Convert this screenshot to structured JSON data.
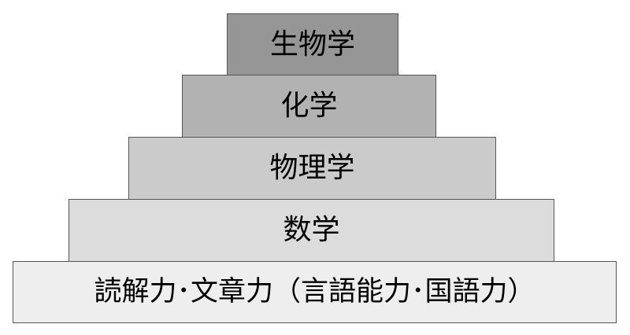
{
  "pyramid": {
    "tiers": [
      {
        "label": "生物学",
        "color": "#969696"
      },
      {
        "label": "化学",
        "color": "#b2b2b2"
      },
      {
        "label": "物理学",
        "color": "#cbcbcb"
      },
      {
        "label": "数学",
        "color": "#dcdcdc"
      },
      {
        "label": "読解力･文章力（言語能力･国語力）",
        "color": "#eeeeee"
      }
    ]
  }
}
